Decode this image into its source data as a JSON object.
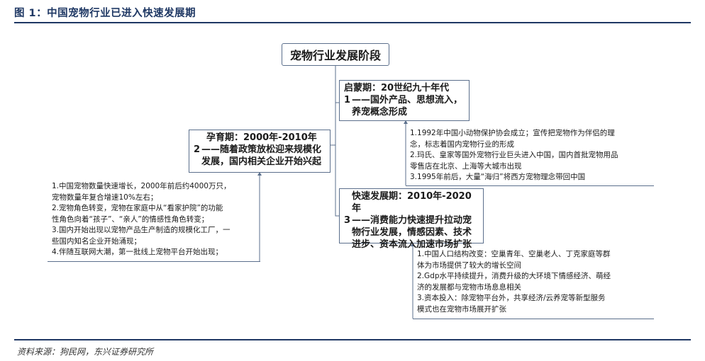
{
  "figure": {
    "title": "图 1：中国宠物行业已进入快速发展期",
    "source": "资料来源：狗民网，东兴证券研究所"
  },
  "root": {
    "label": "宠物行业发展阶段"
  },
  "stages": [
    {
      "title": "启蒙期：20世纪九十年代",
      "number": "1",
      "body": [
        "——国外产品、思想流入，",
        "养宠概念形成"
      ],
      "details": [
        "1.1992年中国小动物保护协会成立；宣传把宠物作为伴侣的理",
        "念，标志着国内宠物行业的形成",
        "2.玛氏、皇家等国外宠物行业巨头进入中国，国内首批宠物用品",
        "零售店在北京、上海等大城市出现",
        "3.1995年前后，大量“海归”将西方宠物理念带回中国"
      ]
    },
    {
      "title": "孕育期：2000年-2010年",
      "number": "2",
      "body": [
        "——随着政策放松迎来规模化",
        "发展，国内相关企业开始兴起"
      ],
      "details": [
        "1.中国宠物数量快速增长，2000年前后约4000万只，",
        "宠物数量年复合增速10%左右；",
        "2.宠物角色转变，宠物在家庭中从“看家护院”的功能",
        "性角色向着“孩子”、“亲人”的情感性角色转变；",
        "3.国内开始出现以宠物产品生产制造的规模化工厂，一",
        "些国内知名企业开始涌现；",
        "4.伴随互联网大潮，第一批线上宠物平台开始出现；"
      ]
    },
    {
      "title": "快速发展期：2010年-2020年",
      "number": "3",
      "body": [
        "——消费能力快速提升拉动宠",
        "物行业发展，情感因素、技术",
        "进步、资本流入加速市场扩张"
      ],
      "details": [
        "1.中国人口结构改变：空巢青年、空巢老人、丁克家庭等群",
        "体为市场提供了较大的增长空间",
        "2.Gdp水平持续提升，消费升级的大环境下情感经济、萌经",
        "济的发展都与宠物市场息息相关",
        "3.资本投入：除宠物平台外，共享经济/云养宠等新型服务",
        "模式也在宠物市场展开扩张"
      ]
    }
  ],
  "colors": {
    "accent": "#1f3864",
    "border": "#5b6f8c"
  }
}
